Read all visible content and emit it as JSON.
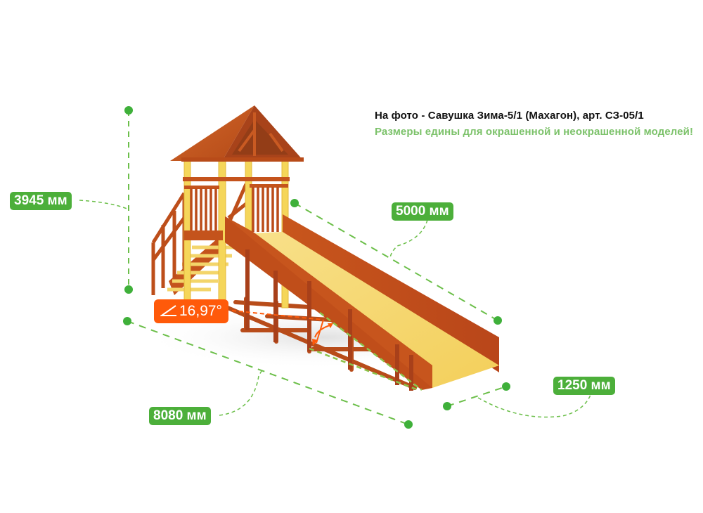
{
  "caption": {
    "title": "На фото - Савушка Зима-5/1 (Махагон), арт. СЗ-05/1",
    "note": "Размеры едины для окрашенной и неокрашенной моделей!"
  },
  "dimensions": {
    "height": "3945 мм",
    "slide_length": "5000 мм",
    "total_length": "8080 мм",
    "width": "1250 мм",
    "angle": "16,97°"
  },
  "colors": {
    "dimension_green": "#4caf3a",
    "note_green": "#7cc26a",
    "angle_orange": "#ff5a0a",
    "wood_mahogany": "#c2511c",
    "wood_light": "#f5d65a",
    "slide_surface": "#f7dd78"
  }
}
